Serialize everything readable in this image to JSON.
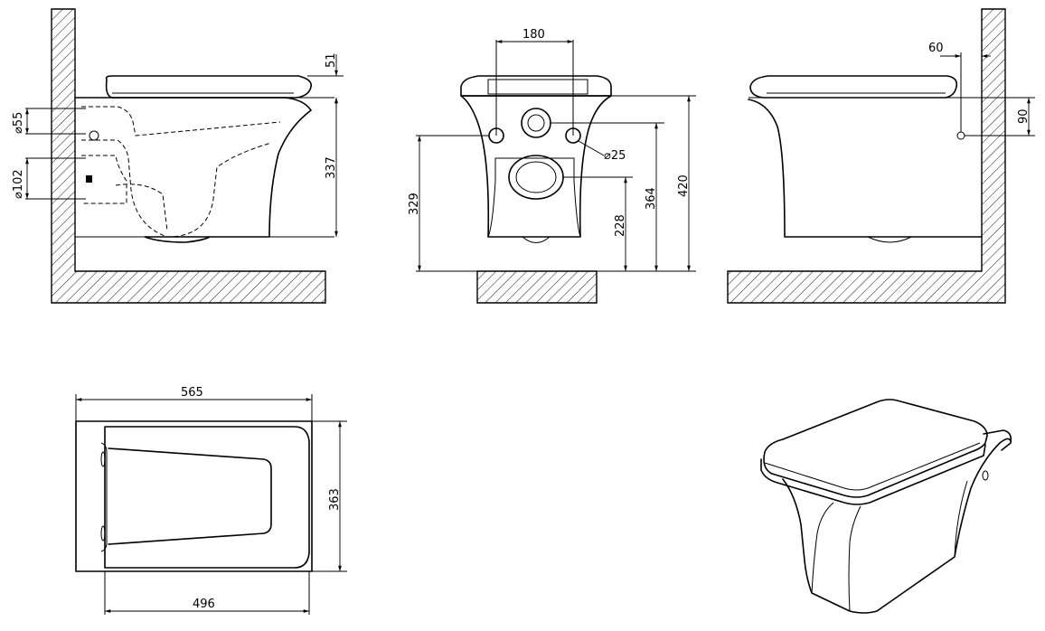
{
  "dimensions": {
    "side_seat_thickness": "51",
    "side_height": "337",
    "side_inlet_diameter": "55",
    "side_outlet_diameter": "102",
    "front_fixing_spacing": "180",
    "front_bolt_diameter": "25",
    "front_fixing_height": "329",
    "front_outlet_height": "228",
    "front_inlet_height": "364",
    "front_total_height": "420",
    "wall_inlet_offset": "60",
    "wall_inlet_height": "90",
    "plan_length": "565",
    "plan_width": "363",
    "plan_seat_length": "496"
  },
  "symbols": {
    "diameter": "⌀"
  }
}
